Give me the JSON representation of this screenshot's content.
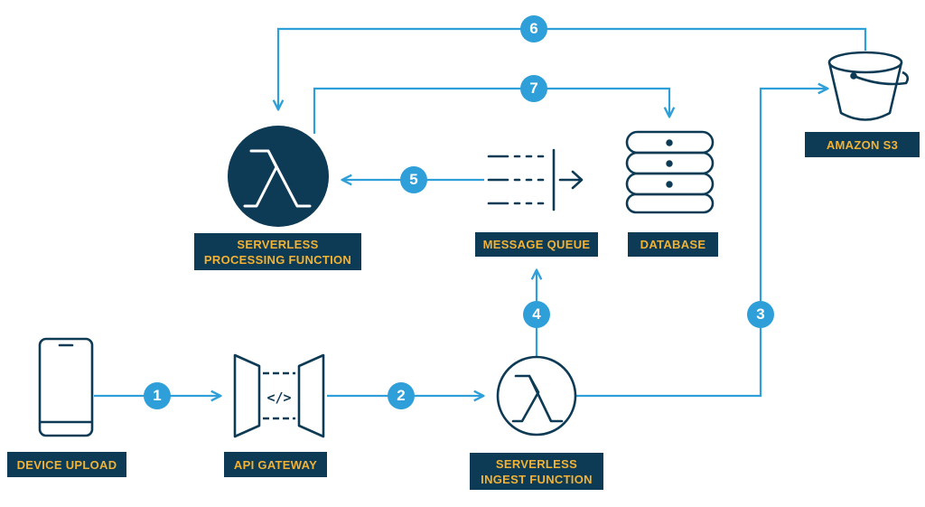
{
  "colors": {
    "navy": "#0d3a55",
    "accent_line": "#2e9fd8",
    "label_text": "#f2b233",
    "background": "#ffffff"
  },
  "nodes": {
    "device_upload": {
      "label": "DEVICE UPLOAD",
      "icon": "mobile-phone-icon"
    },
    "api_gateway": {
      "label": "API GATEWAY",
      "icon": "api-gateway-icon"
    },
    "ingest_function": {
      "label_line1": "SERVERLESS",
      "label_line2": "INGEST FUNCTION",
      "icon": "lambda-icon"
    },
    "message_queue": {
      "label": "MESSAGE QUEUE",
      "icon": "message-queue-icon"
    },
    "processing_function": {
      "label_line1": "SERVERLESS",
      "label_line2": "PROCESSING FUNCTION",
      "icon": "lambda-icon"
    },
    "database": {
      "label": "DATABASE",
      "icon": "database-icon"
    },
    "amazon_s3": {
      "label": "AMAZON S3",
      "icon": "bucket-icon"
    }
  },
  "steps": [
    "1",
    "2",
    "3",
    "4",
    "5",
    "6",
    "7"
  ],
  "api_gateway_glyph": "</>"
}
